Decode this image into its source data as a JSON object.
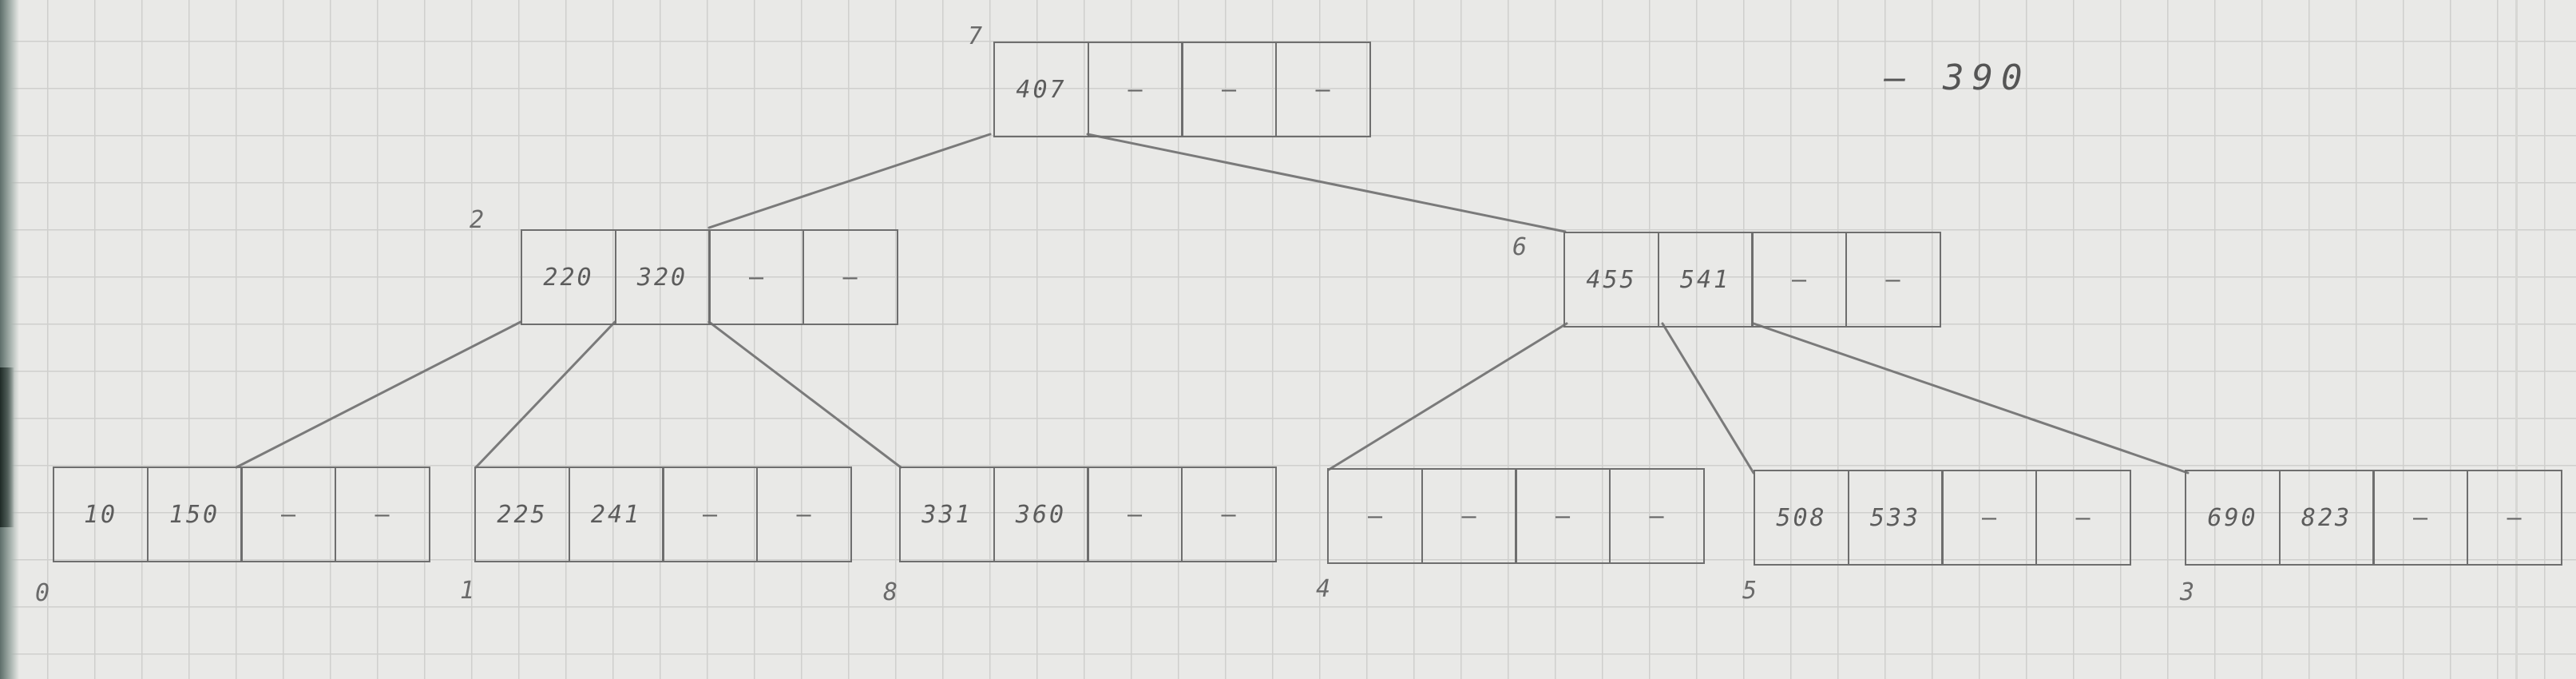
{
  "nodes": [
    {
      "id": "root",
      "label": "7",
      "keys": [
        "407",
        "–",
        "–",
        "–"
      ]
    },
    {
      "id": "n2",
      "label": "2",
      "keys": [
        "220",
        "320",
        "–",
        "–"
      ]
    },
    {
      "id": "n6",
      "label": "6",
      "keys": [
        "455",
        "541",
        "–",
        "–"
      ]
    },
    {
      "id": "leaf0",
      "label": "0",
      "keys": [
        "10",
        "150",
        "–",
        "–"
      ]
    },
    {
      "id": "leaf1",
      "label": "1",
      "keys": [
        "225",
        "241",
        "–",
        "–"
      ]
    },
    {
      "id": "leaf8",
      "label": "8",
      "keys": [
        "331",
        "360",
        "–",
        "–"
      ]
    },
    {
      "id": "leaf4",
      "label": "4",
      "keys": [
        "–",
        "–",
        "–",
        "–"
      ]
    },
    {
      "id": "leaf5",
      "label": "5",
      "keys": [
        "508",
        "533",
        "–",
        "–"
      ]
    },
    {
      "id": "leaf3",
      "label": "3",
      "keys": [
        "690",
        "823",
        "–",
        "–"
      ]
    }
  ],
  "edges": [
    {
      "from": "root",
      "to": "n2"
    },
    {
      "from": "root",
      "to": "n6"
    },
    {
      "from": "n2",
      "to": "leaf0"
    },
    {
      "from": "n2",
      "to": "leaf1"
    },
    {
      "from": "n2",
      "to": "leaf8"
    },
    {
      "from": "n6",
      "to": "leaf4"
    },
    {
      "from": "n6",
      "to": "leaf5"
    },
    {
      "from": "n6",
      "to": "leaf3"
    }
  ],
  "note": "– 390"
}
